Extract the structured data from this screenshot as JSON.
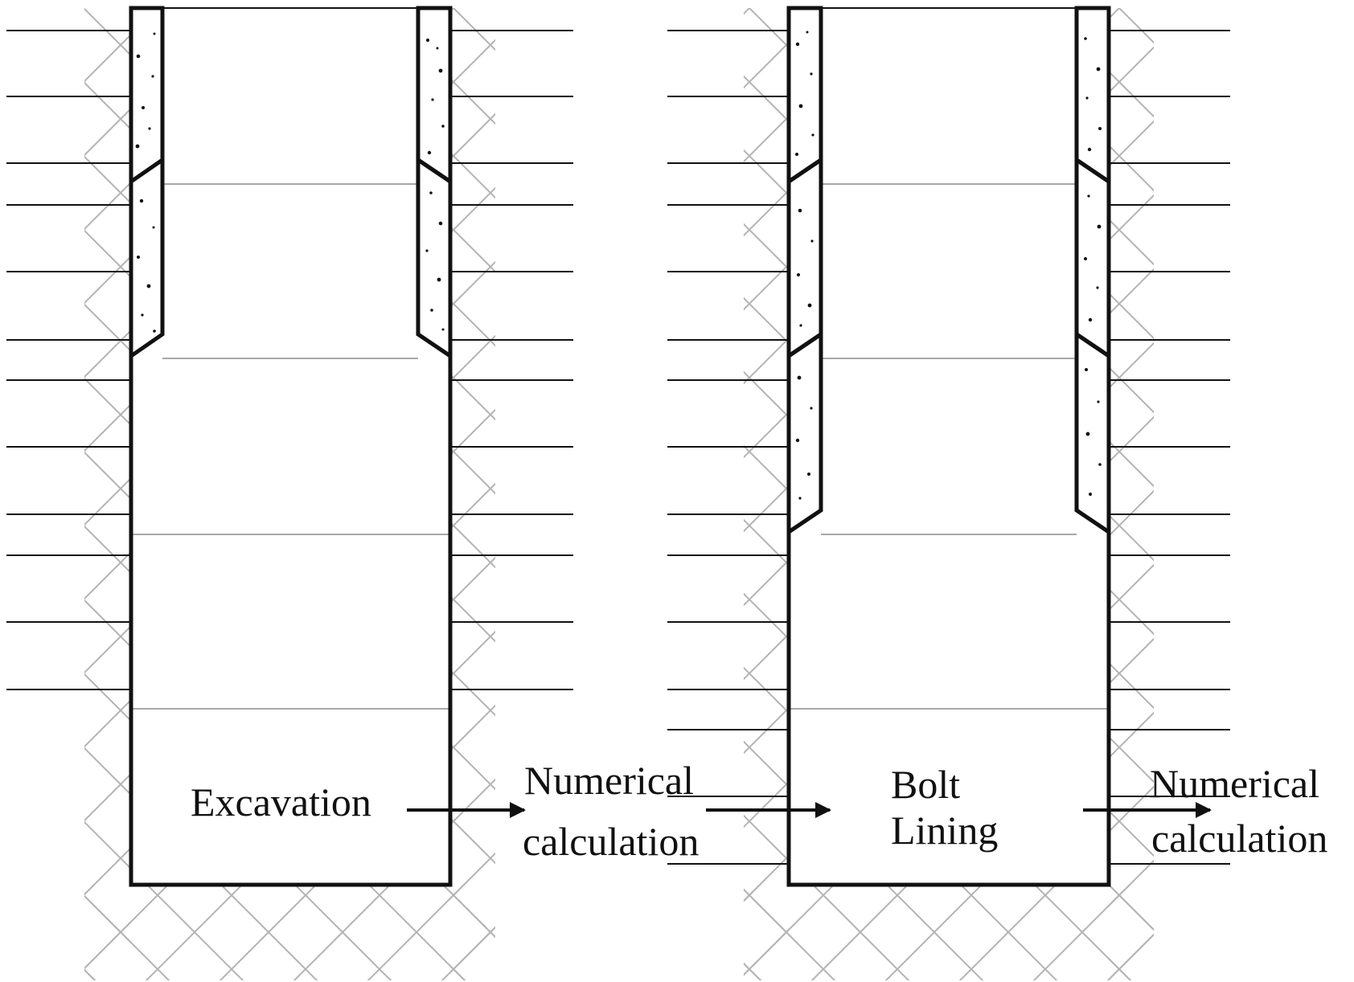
{
  "labels": {
    "excavation": "Excavation",
    "numerical_left": [
      "Numerical",
      "calculation"
    ],
    "bolt_lining": [
      "Bolt",
      "Lining"
    ],
    "numerical_right": [
      "Numerical",
      "calculation"
    ]
  },
  "colors": {
    "stroke": "#111111",
    "hatch": "#b3b3b3",
    "stage_line": "#a8a8a8",
    "background": "#ffffff"
  }
}
